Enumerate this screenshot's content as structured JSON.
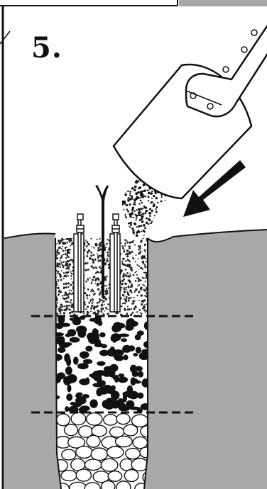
{
  "panel": {
    "step_number": "5."
  },
  "colors": {
    "ground": "#a7a8aa",
    "ink": "#111111",
    "paper": "#ffffff",
    "gravel": "#111111",
    "cobble": "#ffffff"
  },
  "layers": [
    {
      "name": "fine-gravel-fill",
      "pattern": "dense-speckle"
    },
    {
      "name": "coarse-gravel-layer",
      "pattern": "black-pebbles"
    },
    {
      "name": "cobble-stone-layer",
      "pattern": "white-stones-outlined"
    }
  ],
  "icons": [
    "shovel-icon",
    "arrow-icon",
    "tensioner-bolt-icon",
    "plant-stem-icon"
  ]
}
